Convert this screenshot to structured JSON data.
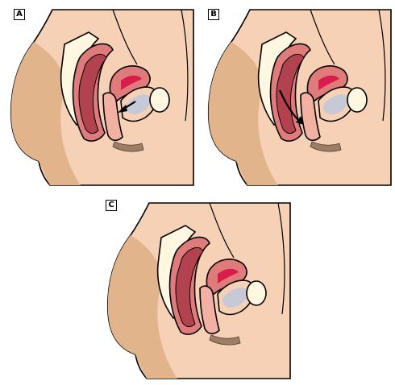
{
  "panels": [
    {
      "label": "A",
      "arrow": "anterior"
    },
    {
      "label": "B",
      "arrow": "posterior"
    },
    {
      "label": "C",
      "arrow": "none"
    }
  ],
  "colors": {
    "skin": "#f7d1b5",
    "skin_dark": "#e2b48b",
    "bone": "#fff7df",
    "organ_dark": "#b2434e",
    "organ_light": "#e07b7b",
    "organ_pink": "#f3b1a4",
    "lumen": "#d81c4c",
    "bladder": "#c7c9d7",
    "outline": "#000000"
  }
}
